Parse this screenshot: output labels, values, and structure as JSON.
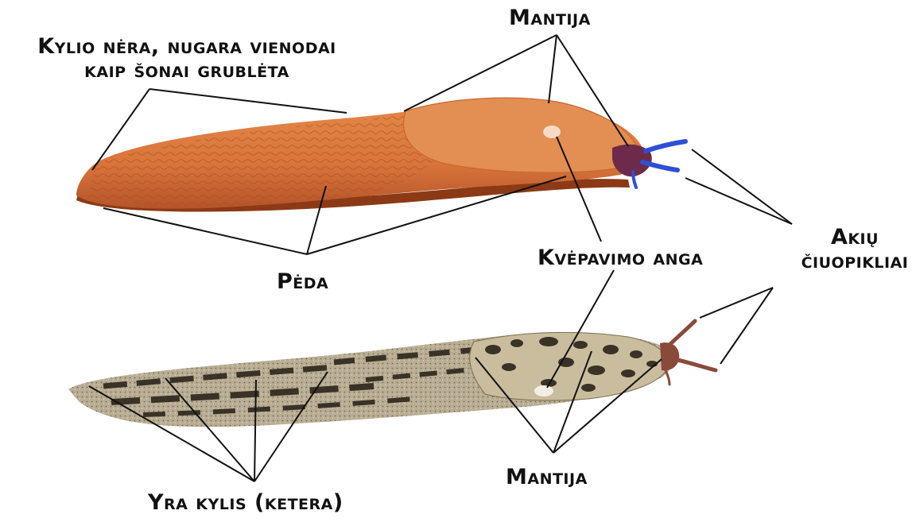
{
  "labels": {
    "top_mantle": "Mantija",
    "no_keel_line1": "Kylio nėra, nugara vienodai",
    "no_keel_line2": "kaip šonai grublėta",
    "foot": "Pėda",
    "breathing_pore": "Kvėpavimo anga",
    "eye_tentacles_line1": "Akių",
    "eye_tentacles_line2": "čiuopikliai",
    "bottom_mantle": "Mantija",
    "keel": "Yra kylis (ketera)"
  },
  "colors": {
    "orange_body": "#dd7a3c",
    "orange_dark": "#a4461a",
    "orange_mantle": "#e48a4a",
    "tentacle_blue": "#2f4fd6",
    "leopard_base": "#b9ad94",
    "leopard_spot": "#3a3226",
    "leader_line": "#111111"
  }
}
